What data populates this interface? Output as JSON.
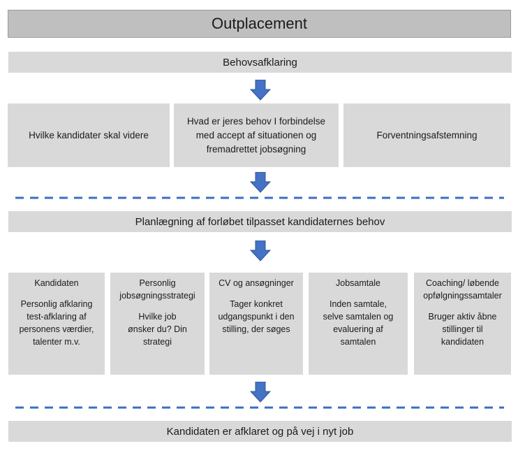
{
  "title": "Outplacement",
  "stage1": {
    "label": "Behovsafklaring",
    "items": [
      "Hvilke kandidater skal videre",
      "Hvad er jeres behov I forbindelse med accept af situationen og fremadrettet jobsøgning",
      "Forventningsafstemning"
    ]
  },
  "stage2": {
    "label": "Planlægning af forløbet tilpasset kandidaternes behov",
    "items": [
      {
        "head": "Kandidaten",
        "body": "Personlig afklaring test-afklaring af personens værdier, talenter m.v."
      },
      {
        "head": "Personlig jobsøgningsstrategi",
        "body": "Hvilke job ønsker du? Din strategi"
      },
      {
        "head": "CV og ansøgninger",
        "body": "Tager konkret udgangspunkt i den stilling, der søges"
      },
      {
        "head": "Jobsamtale",
        "body": "Inden samtale, selve samtalen og evaluering af samtalen"
      },
      {
        "head": "Coaching/ løbende opfølgningssamtaler",
        "body": "Bruger aktiv åbne stillinger til kandidaten"
      }
    ]
  },
  "result": "Kandidaten er afklaret og på vej i nyt job",
  "colors": {
    "box": "#d9d9d9",
    "title_box": "#bfbfbf",
    "arrow": "#4472c4",
    "dash": "#3a6fc4"
  }
}
